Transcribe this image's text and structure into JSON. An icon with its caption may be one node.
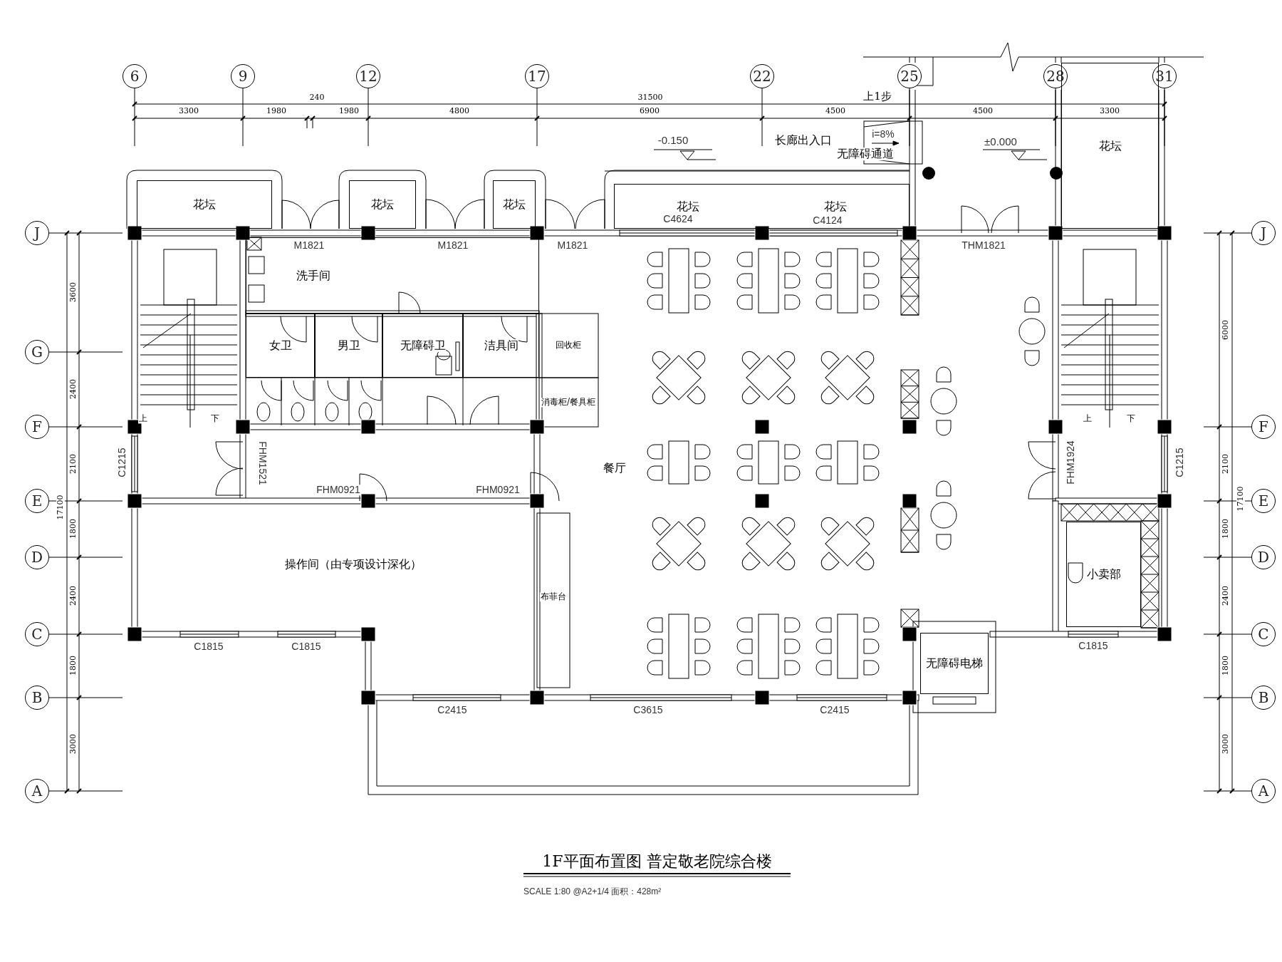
{
  "diagram": {
    "title": "1F平面布置图 普定敬老院综合楼",
    "nodes": [
      {
        "text": [
          "6"
        ]
      },
      {
        "text": [
          "9"
        ]
      },
      {
        "text": [
          "12"
        ]
      },
      {
        "text": [
          "17"
        ]
      },
      {
        "text": [
          "22"
        ]
      },
      {
        "text": [
          "25"
        ]
      },
      {
        "text": [
          "28"
        ]
      },
      {
        "text": [
          "31"
        ]
      },
      {
        "text": [
          "J"
        ]
      },
      {
        "text": [
          "G"
        ]
      },
      {
        "text": [
          "F"
        ]
      },
      {
        "text": [
          "E"
        ]
      },
      {
        "text": [
          "D"
        ]
      },
      {
        "text": [
          "C"
        ]
      },
      {
        "text": [
          "B"
        ]
      },
      {
        "text": [
          "A"
        ]
      },
      {
        "text": [
          "J"
        ]
      },
      {
        "text": [
          "F"
        ]
      },
      {
        "text": [
          "E"
        ]
      },
      {
        "text": [
          "D"
        ]
      },
      {
        "text": [
          "C"
        ]
      },
      {
        "text": [
          "B"
        ]
      },
      {
        "text": [
          "A"
        ]
      },
      {
        "text": [
          "花坛"
        ]
      },
      {
        "text": [
          "花坛"
        ]
      },
      {
        "text": [
          "花坛"
        ]
      },
      {
        "text": [
          "花坛",
          "花坛"
        ]
      },
      {
        "text": [
          "花坛"
        ]
      },
      {
        "text": [
          "洗手间"
        ]
      },
      {
        "text": [
          "女卫"
        ]
      },
      {
        "text": [
          "男卫"
        ]
      },
      {
        "text": [
          "无障碍卫"
        ]
      },
      {
        "text": [
          "洁具间"
        ]
      },
      {
        "text": [
          "小卖部"
        ]
      },
      {
        "text": [
          "无障碍电梯"
        ]
      }
    ],
    "labels": [
      "240",
      "31500",
      "3300",
      "1980",
      "1980",
      "4800",
      "6900",
      "4500",
      "4500",
      "3300",
      "上1步",
      "-0.150",
      "长廊出入口",
      "i=8%",
      "无障碍通道",
      "±0.000",
      "C4624",
      "C4124",
      "M1821",
      "M1821",
      "M1821",
      "THM1821",
      "回收柜",
      "消毒柜/餐具柜",
      "上",
      "下",
      "上",
      "下",
      "FHM1521",
      "C1215",
      "FHM0921",
      "FHM0921",
      "餐厅",
      "FHM1924",
      "C1215",
      "操作间（由专项设计深化）",
      "布菲台",
      "C1815",
      "C1815",
      "C1815",
      "C2415",
      "C3615",
      "C2415",
      "3600",
      "2400",
      "2100",
      "1800",
      "2400",
      "1800",
      "3000",
      "17100",
      "6000",
      "2100",
      "1800",
      "17100",
      "2400",
      "1800",
      "3000",
      "SCALE 1:80 @A2+1/4 面积：428m²"
    ]
  }
}
